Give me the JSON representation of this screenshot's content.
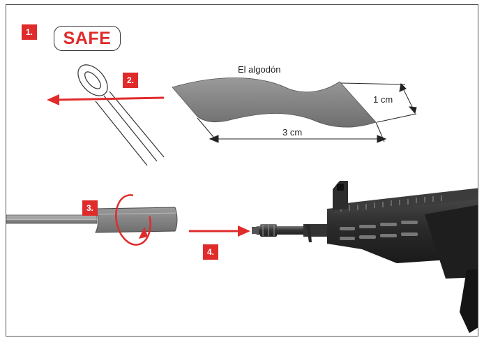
{
  "steps": [
    "1.",
    "2.",
    "3.",
    "4."
  ],
  "safe_label": "SAFE",
  "cotton_label": "El algodón",
  "width_label": "1 cm",
  "length_label": "3 cm",
  "colors": {
    "accent": "#e02b2b",
    "line": "#333333",
    "cotton": "#7a7a7a"
  }
}
